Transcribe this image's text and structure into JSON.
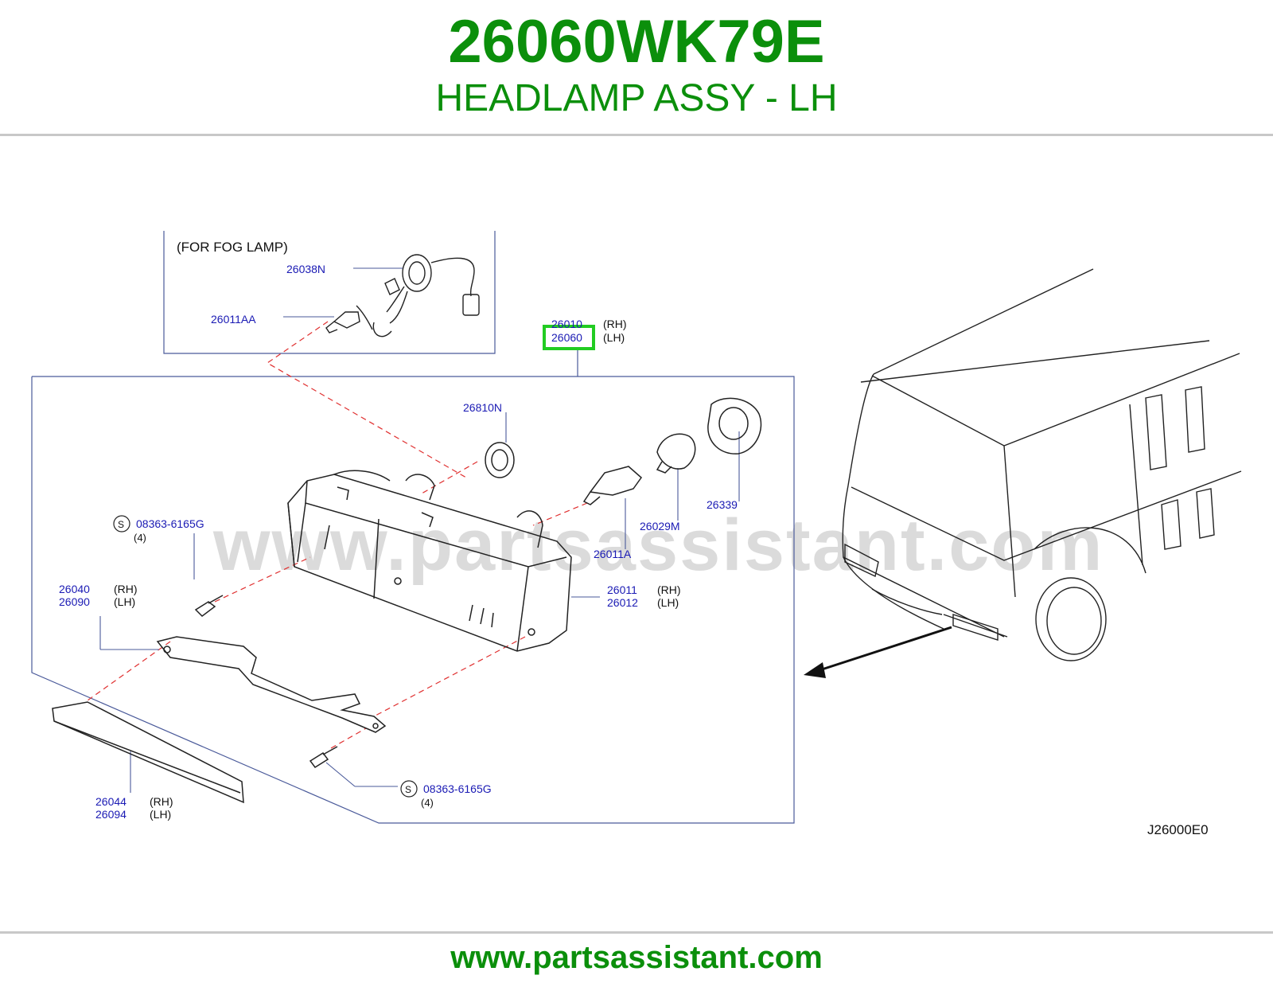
{
  "header": {
    "part_number": "26060WK79E",
    "part_name": "HEADLAMP ASSY - LH"
  },
  "diagram": {
    "inset_title": "(FOR  FOG  LAMP)",
    "labels": {
      "p26038N": "26038N",
      "p26011AA": "26011AA",
      "p26010": "26010",
      "p26060": "26060",
      "rh": "(RH)",
      "lh": "(LH)",
      "p26810N": "26810N",
      "p26339": "26339",
      "p26029M": "26029M",
      "p26011A": "26011A",
      "bolt_top": "08363-6165G",
      "bolt_bottom": "08363-6165G",
      "qty": "(4)",
      "s_mark": "S",
      "p26040": "26040",
      "p26090": "26090",
      "p26011": "26011",
      "p26012": "26012",
      "p26044": "26044",
      "p26094": "26094"
    },
    "drawing_code": "J26000E0",
    "highlight_color": "#22cc22",
    "label_color": "#1a1ab4",
    "leader_color": "#e03030"
  },
  "watermark": "www.partsassistant.com",
  "footer": {
    "url": "www.partsassistant.com"
  }
}
